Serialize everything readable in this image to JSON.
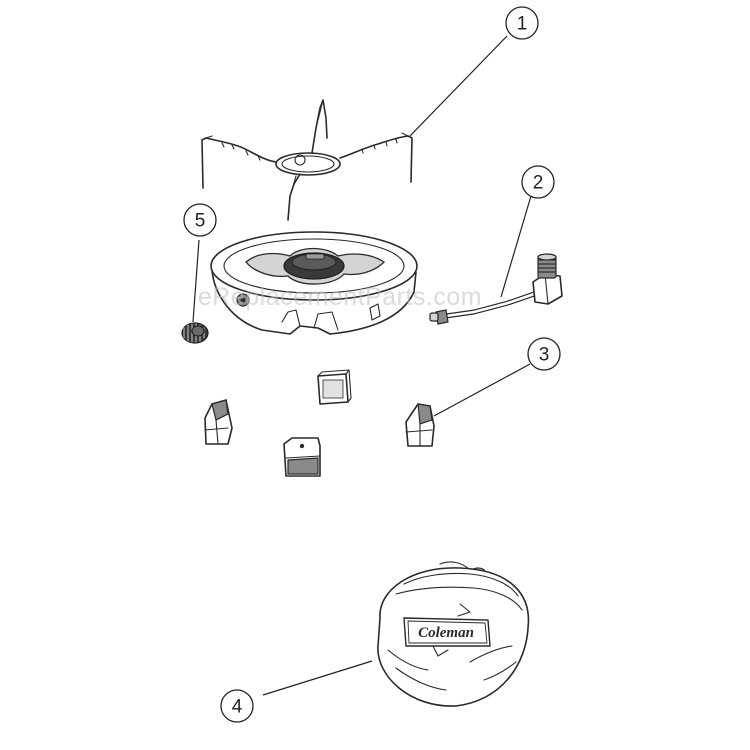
{
  "watermark": "eReplacementParts.com",
  "brand_logo": "Coleman",
  "callouts": [
    {
      "number": "1",
      "part": "pot-support"
    },
    {
      "number": "2",
      "part": "regulator-hose"
    },
    {
      "number": "3",
      "part": "legs"
    },
    {
      "number": "4",
      "part": "carry-bag"
    },
    {
      "number": "5",
      "part": "valve-knob"
    }
  ]
}
